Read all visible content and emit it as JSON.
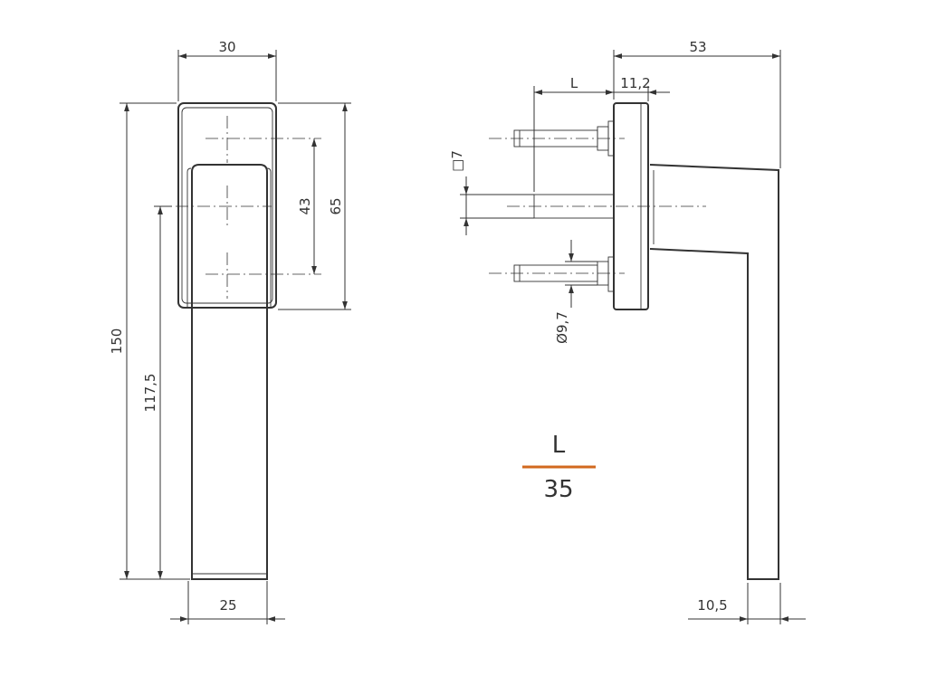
{
  "front_view": {
    "width_top": "30",
    "width_bottom": "25",
    "height_total": "150",
    "height_grip": "117,5",
    "screw_spacing": "43",
    "rosette_height": "65"
  },
  "side_view": {
    "depth_total": "53",
    "spindle_label": "L",
    "rosette_thickness": "11,2",
    "square_spindle": "□7",
    "screw_diameter": "Ø9,7",
    "grip_thickness": "10,5"
  },
  "length_table": {
    "header": "L",
    "value": "35",
    "accent_color": "#d2691e"
  }
}
